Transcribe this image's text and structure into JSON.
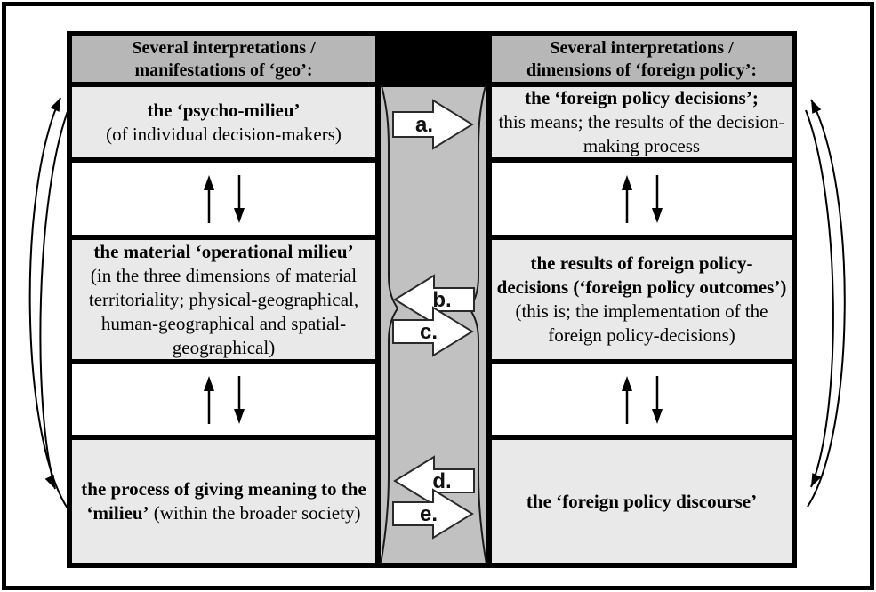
{
  "figure": {
    "left_column": {
      "header": {
        "line1": "Several interpretations /",
        "line2": "manifestations of ‘geo’:"
      },
      "box1": {
        "bold": "the ‘psycho-milieu’",
        "normal": "(of individual decision-makers)"
      },
      "box2": {
        "bold": "the material ‘operational milieu’",
        "normal": "(in the three dimensions of material territoriality; physical-geographical, human-geographical and spatial-geographical)"
      },
      "box3": {
        "bold": "the process of giving meaning to the ‘milieu’",
        "normal": " (within the broader society)"
      }
    },
    "right_column": {
      "header": {
        "line1": "Several interpretations /",
        "line2": "dimensions of ‘foreign policy’:"
      },
      "box1": {
        "bold": "the ‘foreign policy decisions’;",
        "normal": "this means; the results of the decision-making process"
      },
      "box2": {
        "bold": "the results of foreign policy-decisions (‘foreign policy outcomes’)",
        "normal": "(this is; the implementation of the foreign policy-decisions)"
      },
      "box3": {
        "bold": "the ‘foreign policy discourse’",
        "normal": ""
      }
    },
    "connectors": [
      {
        "id": "a",
        "label": "a.",
        "direction": "left-to-right"
      },
      {
        "id": "b",
        "label": "b.",
        "direction": "right-to-left"
      },
      {
        "id": "c",
        "label": "c.",
        "direction": "left-to-right"
      },
      {
        "id": "d",
        "label": "d.",
        "direction": "right-to-left"
      },
      {
        "id": "e",
        "label": "e.",
        "direction": "left-to-right"
      }
    ],
    "vertical_links": "bidirectional up/down arrows between vertically adjacent boxes in each column",
    "side_links": {
      "left": "curved double arc linking bottom-left box and top-left box (both directions)",
      "right": "curved double arc linking bottom-right box and top-right box (both directions)"
    }
  },
  "colors": {
    "header_bg": "#b7b7b7",
    "box_bg": "#e9e9e9",
    "spacer_bg": "#ffffff",
    "pipe_bg": "#c1c1c1",
    "pipe_header_bg": "#000000",
    "border": "#000000",
    "block_arrow_fill": "#ffffff",
    "block_arrow_outline": "#2a2a2a",
    "text": "#000000"
  }
}
